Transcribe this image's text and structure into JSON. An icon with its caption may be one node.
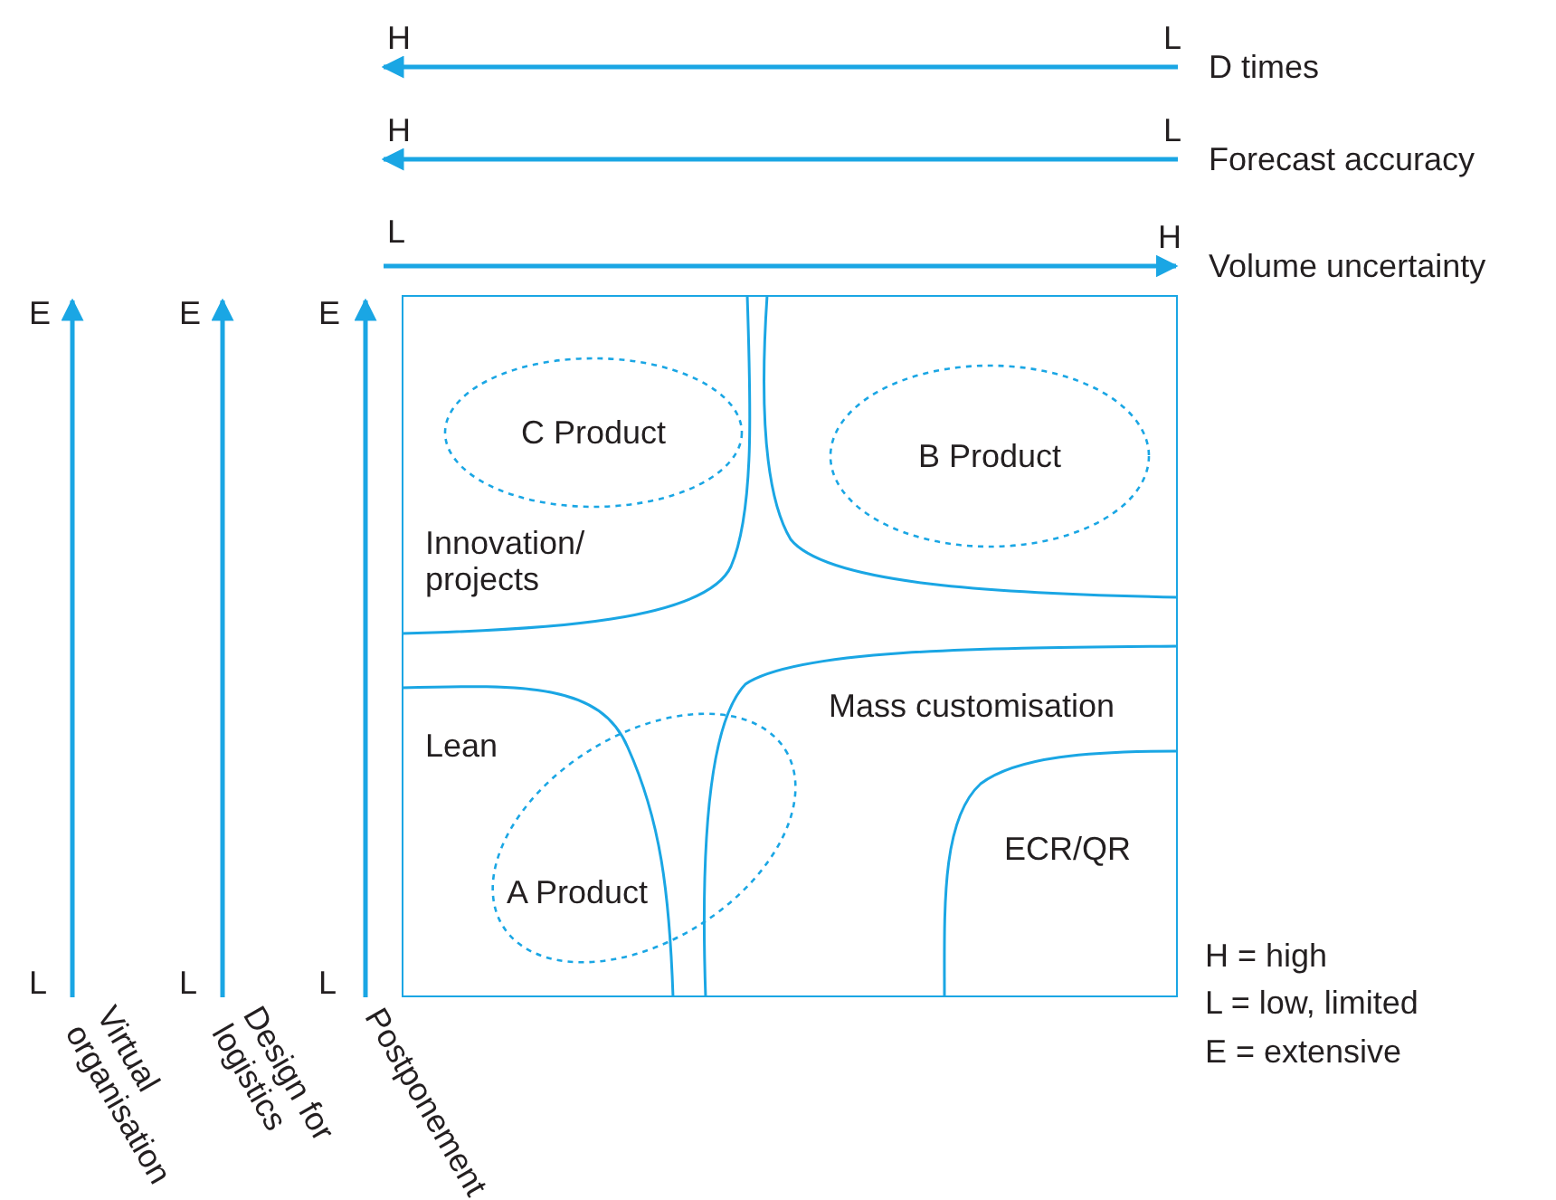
{
  "diagram": {
    "nodes": [
      {
        "text": [],
        "shape": "box"
      },
      {
        "text": [
          "C Product"
        ],
        "in": 0
      },
      {
        "text": [
          "B Product"
        ],
        "in": 0
      },
      {
        "text": [
          "A Product"
        ],
        "in": 0
      }
    ],
    "labels": [
      "H",
      "L",
      "D times",
      "H",
      "L",
      "Forecast accuracy",
      "L",
      "H",
      "Volume uncertainty",
      "E",
      "E",
      "E",
      "Innovation/ projects",
      "Lean",
      "Mass customisation",
      "ECR/QR",
      "L",
      "L",
      "L",
      "H = high",
      "L = low, limited",
      "E = extensive",
      "Virtual organisation",
      "Design for logistics",
      "Postponement"
    ]
  }
}
